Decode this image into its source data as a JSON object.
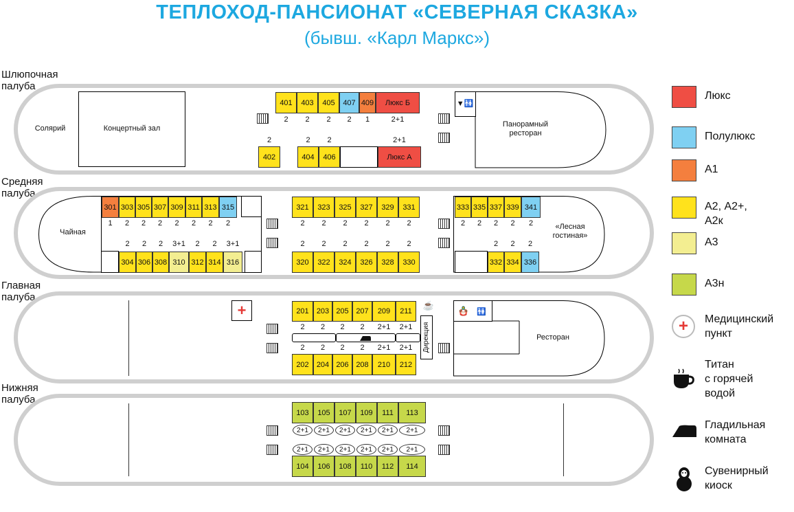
{
  "header": {
    "title": "ТЕПЛОХОД-ПАНСИОНАТ «СЕВЕРНАЯ СКАЗКА»",
    "subtitle": "(бывш. «Карл Маркс»)"
  },
  "colors": {
    "luxe": "#ef4e44",
    "semi": "#7fd0f2",
    "a1": "#f47f3e",
    "a2": "#ffe21c",
    "a3": "#f3ee91",
    "a3n": "#c6d84a"
  },
  "decks": {
    "boat": {
      "label": "Шлюпочная\nпалуба",
      "rooms": {
        "solarium": "Солярий",
        "concert": "Концертный зал",
        "panorama": "Панорамный\nресторан"
      },
      "top_cabins": [
        {
          "n": "401",
          "c": "a2",
          "cap": "2"
        },
        {
          "n": "403",
          "c": "a2",
          "cap": "2"
        },
        {
          "n": "405",
          "c": "a2",
          "cap": "2"
        },
        {
          "n": "407",
          "c": "semi",
          "cap": "2"
        },
        {
          "n": "409",
          "c": "a1",
          "cap": "1"
        },
        {
          "n": "Люкс Б",
          "c": "luxe",
          "cap": "2+1"
        }
      ],
      "bottom_cabins": [
        {
          "n": "402",
          "c": "a2",
          "cap": "2"
        },
        {
          "n": "404",
          "c": "a2",
          "cap": "2"
        },
        {
          "n": "406",
          "c": "a2",
          "cap": "2"
        },
        {
          "n": "Люкс А",
          "c": "luxe",
          "cap": "2+1"
        }
      ]
    },
    "middle": {
      "label": "Средняя\nпалуба",
      "rooms": {
        "tea": "Чайная",
        "forest": "«Лесная\nгостиная»"
      },
      "left_top": [
        {
          "n": "301",
          "c": "a1",
          "cap": "1"
        },
        {
          "n": "303",
          "c": "a2",
          "cap": "2"
        },
        {
          "n": "305",
          "c": "a2",
          "cap": "2"
        },
        {
          "n": "307",
          "c": "a2",
          "cap": "2"
        },
        {
          "n": "309",
          "c": "a2",
          "cap": "2"
        },
        {
          "n": "311",
          "c": "a2",
          "cap": "2"
        },
        {
          "n": "313",
          "c": "a2",
          "cap": "2"
        },
        {
          "n": "315",
          "c": "semi",
          "cap": "2"
        }
      ],
      "left_bottom": [
        {
          "n": "304",
          "c": "a2",
          "cap": "2"
        },
        {
          "n": "306",
          "c": "a2",
          "cap": "2"
        },
        {
          "n": "308",
          "c": "a2",
          "cap": "2"
        },
        {
          "n": "310",
          "c": "a3",
          "cap": "3+1"
        },
        {
          "n": "312",
          "c": "a2",
          "cap": "2"
        },
        {
          "n": "314",
          "c": "a2",
          "cap": "2"
        },
        {
          "n": "316",
          "c": "a3",
          "cap": "3+1"
        }
      ],
      "mid_top": [
        {
          "n": "321",
          "c": "a2",
          "cap": "2"
        },
        {
          "n": "323",
          "c": "a2",
          "cap": "2"
        },
        {
          "n": "325",
          "c": "a2",
          "cap": "2"
        },
        {
          "n": "327",
          "c": "a2",
          "cap": "2"
        },
        {
          "n": "329",
          "c": "a2",
          "cap": "2"
        },
        {
          "n": "331",
          "c": "a2",
          "cap": "2"
        }
      ],
      "mid_bottom": [
        {
          "n": "320",
          "c": "a2",
          "cap": "2"
        },
        {
          "n": "322",
          "c": "a2",
          "cap": "2"
        },
        {
          "n": "324",
          "c": "a2",
          "cap": "2"
        },
        {
          "n": "326",
          "c": "a2",
          "cap": "2"
        },
        {
          "n": "328",
          "c": "a2",
          "cap": "2"
        },
        {
          "n": "330",
          "c": "a2",
          "cap": "2"
        }
      ],
      "right_top": [
        {
          "n": "333",
          "c": "a2",
          "cap": "2"
        },
        {
          "n": "335",
          "c": "a2",
          "cap": "2"
        },
        {
          "n": "337",
          "c": "a2",
          "cap": "2"
        },
        {
          "n": "339",
          "c": "a2",
          "cap": "2"
        },
        {
          "n": "341",
          "c": "semi",
          "cap": "2"
        }
      ],
      "right_bottom": [
        {
          "n": "332",
          "c": "a2",
          "cap": "2"
        },
        {
          "n": "334",
          "c": "a2",
          "cap": "2"
        },
        {
          "n": "336",
          "c": "semi",
          "cap": "2"
        }
      ]
    },
    "main": {
      "label": "Главная\nпалуба",
      "rooms": {
        "restaurant": "Ресторан",
        "office": "Дирекция"
      },
      "top": [
        {
          "n": "201",
          "c": "a2",
          "cap": "2"
        },
        {
          "n": "203",
          "c": "a2",
          "cap": "2"
        },
        {
          "n": "205",
          "c": "a2",
          "cap": "2"
        },
        {
          "n": "207",
          "c": "a2",
          "cap": "2"
        },
        {
          "n": "209",
          "c": "a2",
          "cap": "2+1"
        },
        {
          "n": "211",
          "c": "a2",
          "cap": "2+1"
        }
      ],
      "bottom": [
        {
          "n": "202",
          "c": "a2",
          "cap": "2"
        },
        {
          "n": "204",
          "c": "a2",
          "cap": "2"
        },
        {
          "n": "206",
          "c": "a2",
          "cap": "2"
        },
        {
          "n": "208",
          "c": "a2",
          "cap": "2"
        },
        {
          "n": "210",
          "c": "a2",
          "cap": "2+1"
        },
        {
          "n": "212",
          "c": "a2",
          "cap": "2+1"
        }
      ]
    },
    "lower": {
      "label": "Нижняя\nпалуба",
      "top": [
        {
          "n": "103",
          "c": "a3n",
          "cap": "2+1"
        },
        {
          "n": "105",
          "c": "a3n",
          "cap": "2+1"
        },
        {
          "n": "107",
          "c": "a3n",
          "cap": "2+1"
        },
        {
          "n": "109",
          "c": "a3n",
          "cap": "2+1"
        },
        {
          "n": "111",
          "c": "a3n",
          "cap": "2+1"
        },
        {
          "n": "113",
          "c": "a3n",
          "cap": "2+1"
        }
      ],
      "bottom": [
        {
          "n": "104",
          "c": "a3n",
          "cap": "2+1"
        },
        {
          "n": "106",
          "c": "a3n",
          "cap": "2+1"
        },
        {
          "n": "108",
          "c": "a3n",
          "cap": "2+1"
        },
        {
          "n": "110",
          "c": "a3n",
          "cap": "2+1"
        },
        {
          "n": "112",
          "c": "a3n",
          "cap": "2+1"
        },
        {
          "n": "114",
          "c": "a3n",
          "cap": "2+1"
        }
      ]
    }
  },
  "legend": [
    {
      "label": "Люкс",
      "c": "luxe"
    },
    {
      "label": "Полулюкс",
      "c": "semi"
    },
    {
      "label": "А1",
      "c": "a1"
    },
    {
      "label": "А2, А2+,\nА2к",
      "c": "a2"
    },
    {
      "label": "А3",
      "c": "a3"
    },
    {
      "label": "А3н",
      "c": "a3n"
    }
  ],
  "legend_icons": [
    {
      "icon": "medical-cross-icon",
      "label": "Медицинский\nпункт"
    },
    {
      "icon": "teacup-icon",
      "label": "Титан\nс горячей\nводой"
    },
    {
      "icon": "iron-icon",
      "label": "Гладильная\nкомната"
    },
    {
      "icon": "matryoshka-icon",
      "label": "Сувенирный\nкиоск"
    }
  ]
}
